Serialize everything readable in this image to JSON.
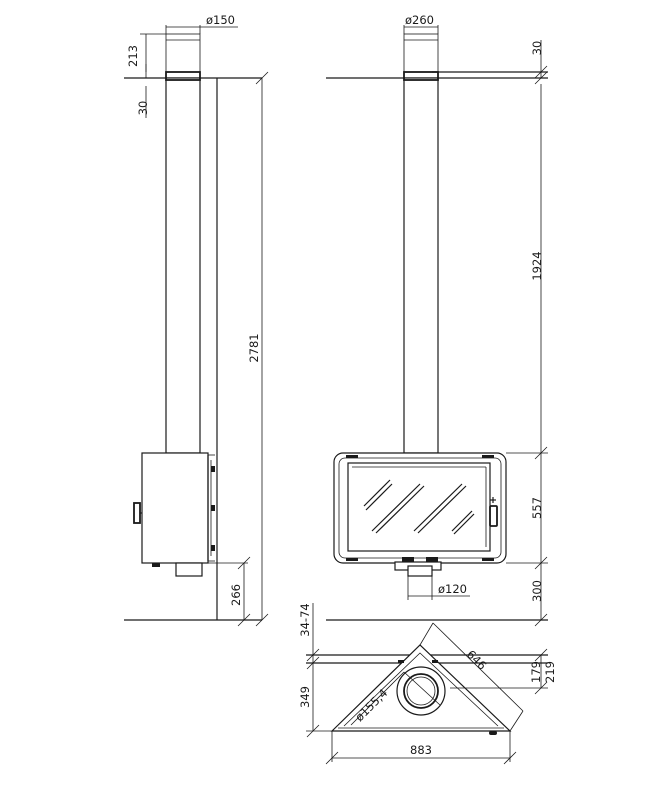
{
  "dimensions": {
    "side_view": {
      "flue_diameter": "ø150",
      "top_extension": "213",
      "ceiling_gap": "30",
      "total_height": "2781",
      "floor_clearance": "266"
    },
    "front_view": {
      "flue_diameter": "ø260",
      "ceiling_gap": "30",
      "pipe_height": "1924",
      "body_height": "557",
      "floor_clearance": "300",
      "outlet_diameter": "ø120"
    },
    "top_view": {
      "wall_offset": "34-74",
      "depth": "349",
      "flue_diameter": "ø155,4",
      "side_length": "646",
      "inner_offset": "179",
      "outer_offset": "219",
      "width": "883"
    }
  }
}
